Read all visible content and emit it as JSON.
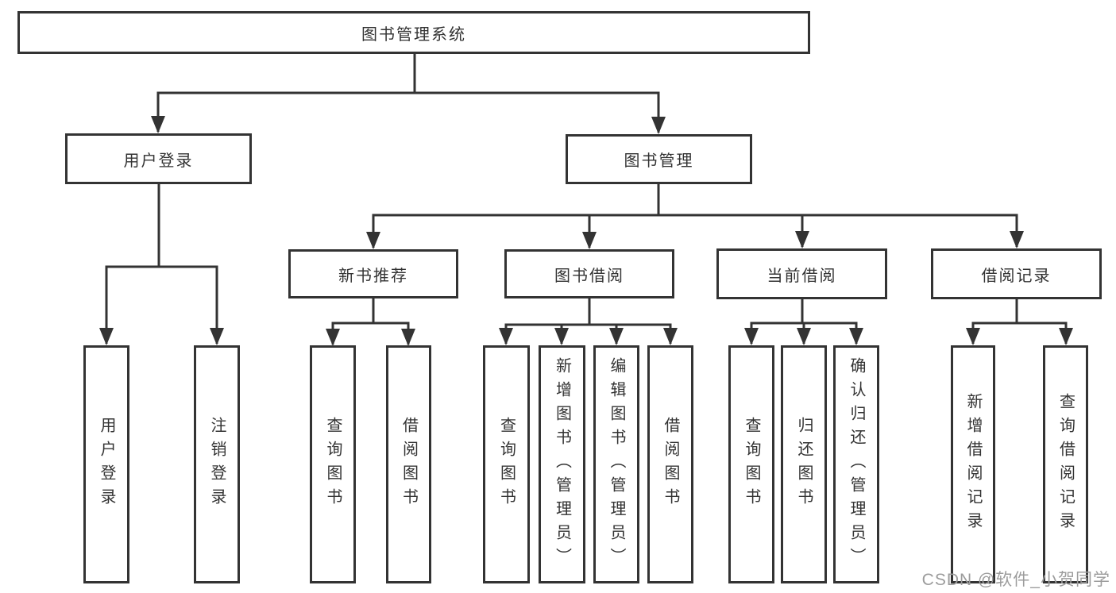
{
  "colors": {
    "line": "#333333",
    "text": "#333333",
    "background": "#ffffff",
    "watermark": "#9c9c9c"
  },
  "watermark": {
    "text": "CSDN @软件_小贺同学"
  },
  "tree": {
    "label": "图书管理系统",
    "children": [
      {
        "label": "用户登录",
        "children": [
          {
            "label": "用户登录"
          },
          {
            "label": "注销登录"
          }
        ]
      },
      {
        "label": "图书管理",
        "children": [
          {
            "label": "新书推荐",
            "children": [
              {
                "label": "查询图书"
              },
              {
                "label": "借阅图书"
              }
            ]
          },
          {
            "label": "图书借阅",
            "children": [
              {
                "label": "查询图书"
              },
              {
                "label": "新增图书（管理员）"
              },
              {
                "label": "编辑图书（管理员）"
              },
              {
                "label": "借阅图书"
              }
            ]
          },
          {
            "label": "当前借阅",
            "children": [
              {
                "label": "查询图书"
              },
              {
                "label": "归还图书"
              },
              {
                "label": "确认归还（管理员）"
              }
            ]
          },
          {
            "label": "借阅记录",
            "children": [
              {
                "label": "新增借阅记录"
              },
              {
                "label": "查询借阅记录"
              }
            ]
          }
        ]
      }
    ]
  }
}
